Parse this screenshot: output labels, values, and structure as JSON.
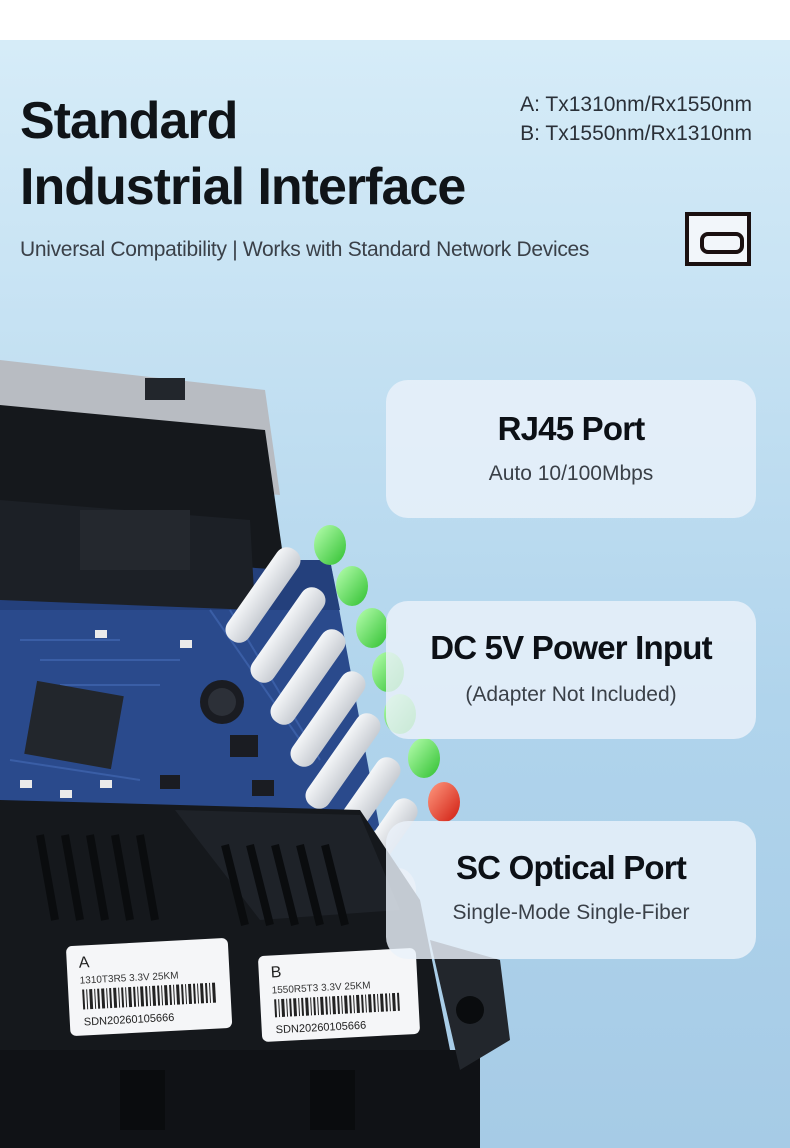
{
  "header": {
    "title_line1": "Standard",
    "title_line2": "Industrial Interface",
    "wavelength_a": "A: Tx1310nm/Rx1550nm",
    "wavelength_b": "B: Tx1550nm/Rx1310nm",
    "subtitle": "Universal Compatibility | Works with Standard Network Devices"
  },
  "features": [
    {
      "title": "RJ45 Port",
      "subtitle": "Auto 10/100Mbps"
    },
    {
      "title": "DC 5V Power Input",
      "subtitle": "(Adapter Not Included)"
    },
    {
      "title": "SC Optical Port",
      "subtitle": "Single-Mode Single-Fiber"
    }
  ],
  "labels": {
    "a_letter": "A",
    "a_spec": "1310T3R5 3.3V 25KM",
    "a_serial": "SDN20260105666",
    "b_letter": "B",
    "b_spec": "1550R5T3 3.3V 25KM",
    "b_serial": "SDN20260105666"
  },
  "colors": {
    "pcb": "#2a4a8c",
    "led_green": "#48d448",
    "led_red": "#e83020",
    "housing": "#15181c",
    "title_text": "#101418"
  },
  "icons": {
    "port_icon": "usb-c-port-icon"
  }
}
